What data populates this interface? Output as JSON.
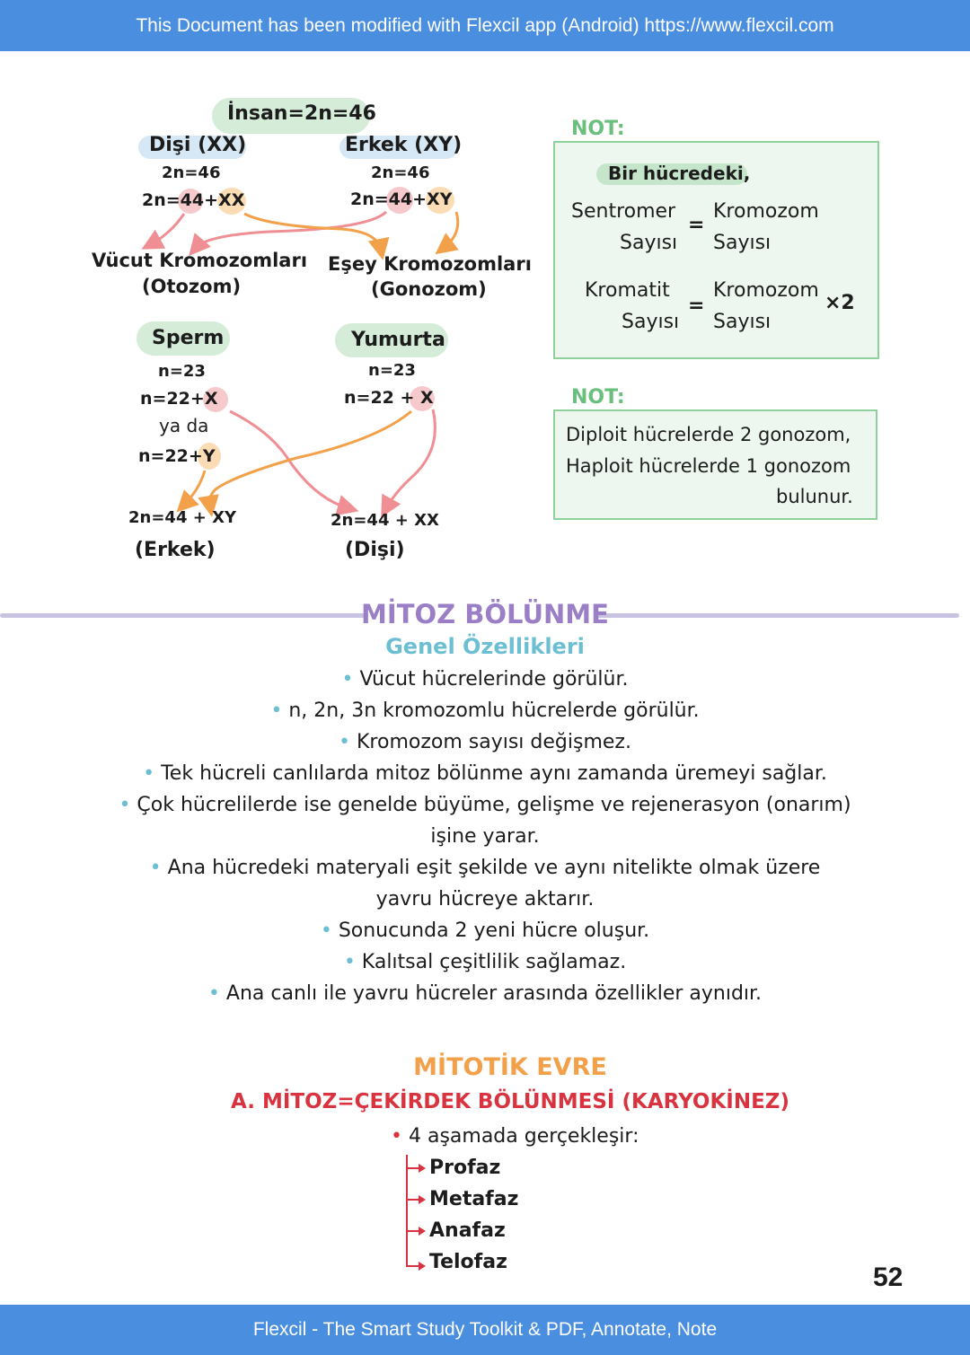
{
  "top_banner": "This Document has been modified with Flexcil app (Android) https://www.flexcil.com",
  "bottom_banner": "Flexcil - The Smart Study Toolkit & PDF, Annotate, Note",
  "page_number": "52",
  "diagram": {
    "title": "İnsan=2n=46",
    "female_label": "Dişi (XX)",
    "female_2n": "2n=46",
    "female_formula_prefix": "2n=",
    "female_auto": "44",
    "female_plus": "+",
    "female_sex": "XX",
    "male_label": "Erkek (XY)",
    "male_2n": "2n=46",
    "male_formula_prefix": "2n=",
    "male_auto": "44",
    "male_plus": "+",
    "male_sex": "XY",
    "body_chrom": "Vücut Kromozomları",
    "body_chrom_sub": "(Otozom)",
    "sex_chrom": "Eşey Kromozomları",
    "sex_chrom_sub": "(Gonozom)",
    "sperm_label": "Sperm",
    "sperm_n": "n=23",
    "sperm_x_prefix": "n=22+",
    "sperm_x": "X",
    "sperm_or": "ya da",
    "sperm_y_prefix": "n=22+",
    "sperm_y": "Y",
    "egg_label": "Yumurta",
    "egg_n": "n=23",
    "egg_x_prefix": "n=22 +",
    "egg_x": "X",
    "result_male": "2n=44 + XY",
    "result_male_label": "(Erkek)",
    "result_female": "2n=44 + XX",
    "result_female_label": "(Dişi)"
  },
  "note1": {
    "heading": "NOT:",
    "subtitle": "Bir hücredeki,",
    "row1_left_a": "Sentromer",
    "row1_left_b": "Sayısı",
    "row1_eq": "=",
    "row1_right_a": "Kromozom",
    "row1_right_b": "Sayısı",
    "row2_left_a": "Kromatit",
    "row2_left_b": "Sayısı",
    "row2_eq": "=",
    "row2_right_a": "Kromozom",
    "row2_right_b": "Sayısı",
    "row2_mult": "×2"
  },
  "note2": {
    "heading": "NOT:",
    "line1": "Diploit hücrelerde 2 gonozom,",
    "line2": "Haploit hücrelerde 1 gonozom",
    "line3": "bulunur."
  },
  "mitoz": {
    "title": "MİTOZ BÖLÜNME",
    "subtitle": "Genel Özellikleri",
    "bullets": [
      "Vücut hücrelerinde görülür.",
      "n, 2n, 3n kromozomlu hücrelerde görülür.",
      "Kromozom sayısı değişmez.",
      "Tek hücreli canlılarda mitoz bölünme aynı zamanda üremeyi sağlar.",
      "Çok hücrelilerde ise genelde büyüme, gelişme ve rejenerasyon (onarım)",
      "işine yarar.",
      "Ana hücredeki materyali eşit şekilde ve aynı nitelikte olmak üzere",
      "yavru hücreye aktarır.",
      "Sonucunda 2 yeni hücre oluşur.",
      "Kalıtsal çeşitlilik sağlamaz.",
      "Ana canlı ile yavru hücreler arasında özellikler aynıdır."
    ]
  },
  "mitotik": {
    "title": "MİTOTİK EVRE",
    "section_a": "A. MİTOZ=ÇEKİRDEK BÖLÜNMESİ (KARYOKİNEZ)",
    "intro": "4 aşamada gerçekleşir:",
    "phases": [
      "Profaz",
      "Metafaz",
      "Anafaz",
      "Telofaz"
    ]
  }
}
